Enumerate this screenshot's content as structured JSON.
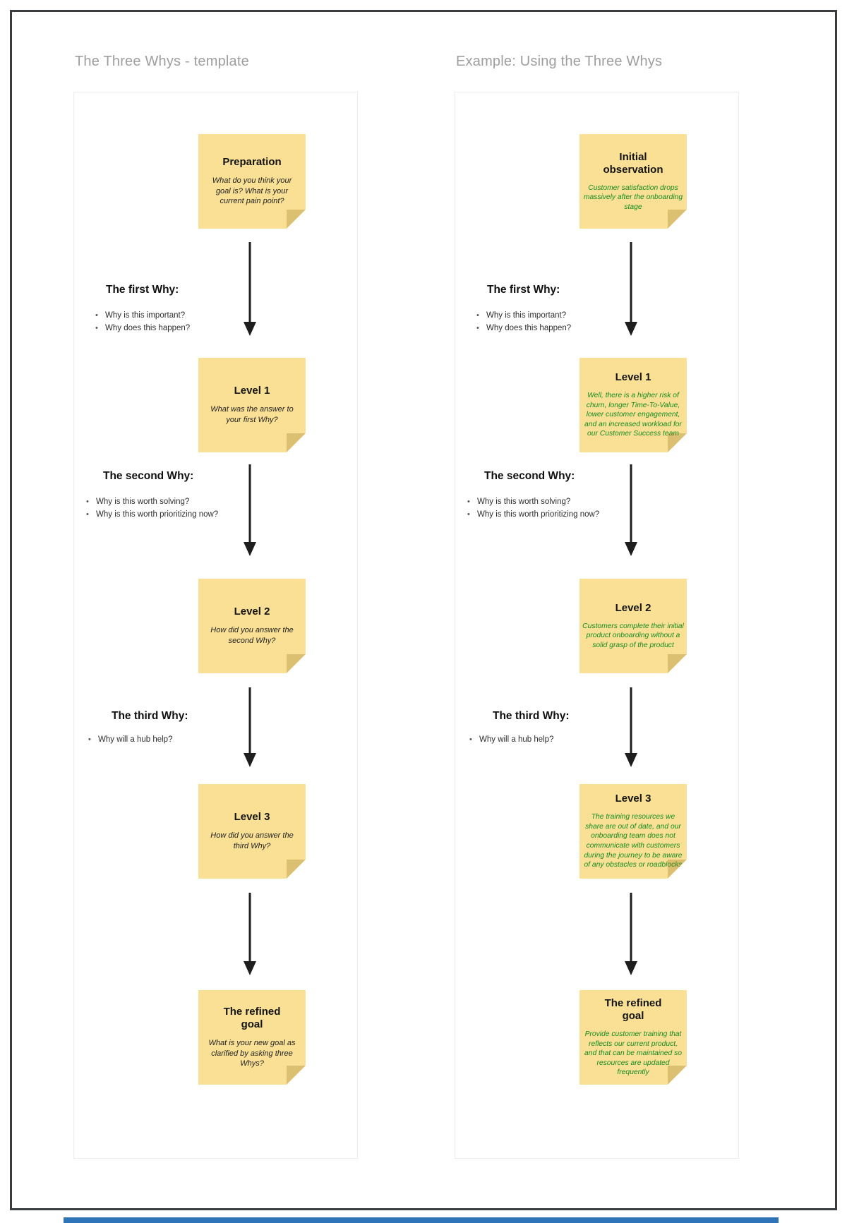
{
  "colors": {
    "sticky_note_yellow": "#f9e095",
    "sticky_fold_shade": "#d9b95f",
    "example_text_green": "#128a21",
    "frame_title_gray": "#9e9e9e",
    "panel_border_gray": "#ececec",
    "outer_frame_dark": "#3a3d40",
    "arrow_black": "#1e1e1e",
    "bottom_bar_blue": "#2f74b9"
  },
  "columns": [
    {
      "title": "The Three Whys - template",
      "notes": [
        {
          "title": "Preparation",
          "body": "What do you think your goal is? What is your current pain point?"
        },
        {
          "title": "Level 1",
          "body": "What was the answer to your first Why?"
        },
        {
          "title": "Level 2",
          "body": "How did you answer the second Why?"
        },
        {
          "title": "Level 3",
          "body": "How did you answer the third Why?"
        },
        {
          "title": "The refined goal",
          "body": "What is your new goal as clarified by asking three Whys?"
        }
      ],
      "whys": [
        {
          "heading": "The first Why:",
          "bullets": [
            "Why is this important?",
            "Why does this happen?"
          ]
        },
        {
          "heading": "The second Why:",
          "bullets": [
            "Why is this worth solving?",
            "Why is this worth prioritizing now?"
          ]
        },
        {
          "heading": "The third Why:",
          "bullets": [
            "Why will a hub help?"
          ]
        }
      ]
    },
    {
      "title": "Example: Using the Three Whys",
      "notes": [
        {
          "title": "Initial observation",
          "body": "Customer satisfaction drops massively after the onboarding stage"
        },
        {
          "title": "Level 1",
          "body": "Well, there is a higher risk of churn, longer Time-To-Value, lower customer engagement, and an increased workload for our Customer Success team"
        },
        {
          "title": "Level 2",
          "body": "Customers complete their initial product onboarding without a solid grasp of the product"
        },
        {
          "title": "Level 3",
          "body": "The training resources we share are out of date, and our onboarding team does not communicate with customers during the journey to be aware of any obstacles or roadblocks"
        },
        {
          "title": "The refined goal",
          "body": "Provide customer training that reflects our current product, and that can be maintained so resources are updated frequently"
        }
      ],
      "whys": [
        {
          "heading": "The first Why:",
          "bullets": [
            "Why is this important?",
            "Why does this happen?"
          ]
        },
        {
          "heading": "The second Why:",
          "bullets": [
            "Why is this worth solving?",
            "Why is this worth prioritizing now?"
          ]
        },
        {
          "heading": "The third Why:",
          "bullets": [
            "Why will a hub help?"
          ]
        }
      ]
    }
  ]
}
